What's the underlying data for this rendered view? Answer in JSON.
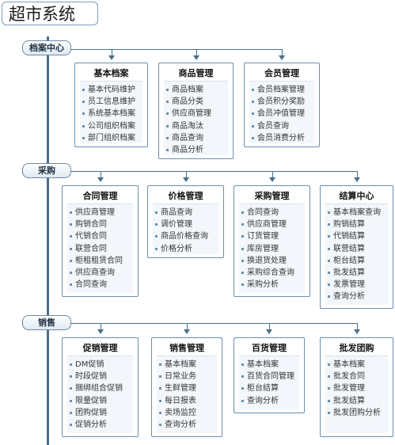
{
  "title": "超市系统",
  "sections": [
    {
      "label": "档案中心",
      "boxes": [
        {
          "title": "基本档案",
          "items": [
            "基本代码维护",
            "员工信息维护",
            "系统基本档案",
            "公司组织档案",
            "部门组织档案"
          ]
        },
        {
          "title": "商品管理",
          "items": [
            "商品档案",
            "商品分类",
            "供应商管理",
            "商品淘汰",
            "商品查询",
            "商品分析"
          ]
        },
        {
          "title": "会员管理",
          "items": [
            "会员档案管理",
            "会员积分奖励",
            "会员冲值管理",
            "会员查询",
            "会员消费分析"
          ]
        }
      ]
    },
    {
      "label": "采购",
      "boxes": [
        {
          "title": "合同管理",
          "items": [
            "供应商管理",
            "购销合同",
            "代销合同",
            "联营合同",
            "柜租租赁合同",
            "供应商查询",
            "合同查询"
          ]
        },
        {
          "title": "价格管理",
          "items": [
            "商品查询",
            "调价管理",
            "商品价格查询",
            "价格分析"
          ]
        },
        {
          "title": "采购管理",
          "items": [
            "合同查询",
            "供应商管理",
            "订货管理",
            "库房管理",
            "换退货处理",
            "采购综合查询",
            "采购分析"
          ]
        },
        {
          "title": "结算中心",
          "items": [
            "基本档案查询",
            "购销结算",
            "代销结算",
            "联营结算",
            "柜台结算",
            "批发结算",
            "发票管理",
            "查询分析"
          ]
        }
      ]
    },
    {
      "label": "销售",
      "boxes": [
        {
          "title": "促销管理",
          "items": [
            "DM促销",
            "时段促销",
            "捆绑组合促销",
            "限量促销",
            "团购促销",
            "促销分析"
          ]
        },
        {
          "title": "销售管理",
          "items": [
            "基本档案",
            "日常业务",
            "生鲜管理",
            "每日报表",
            "卖场监控",
            "查询分析"
          ]
        },
        {
          "title": "百货管理",
          "items": [
            "基本档案",
            "百货合同管理",
            "柜台结算",
            "查询分析"
          ]
        },
        {
          "title": "批发团购",
          "items": [
            "基本档案",
            "批发合同",
            "批发管理",
            "批发结算",
            "批发团购分析"
          ]
        }
      ]
    }
  ]
}
